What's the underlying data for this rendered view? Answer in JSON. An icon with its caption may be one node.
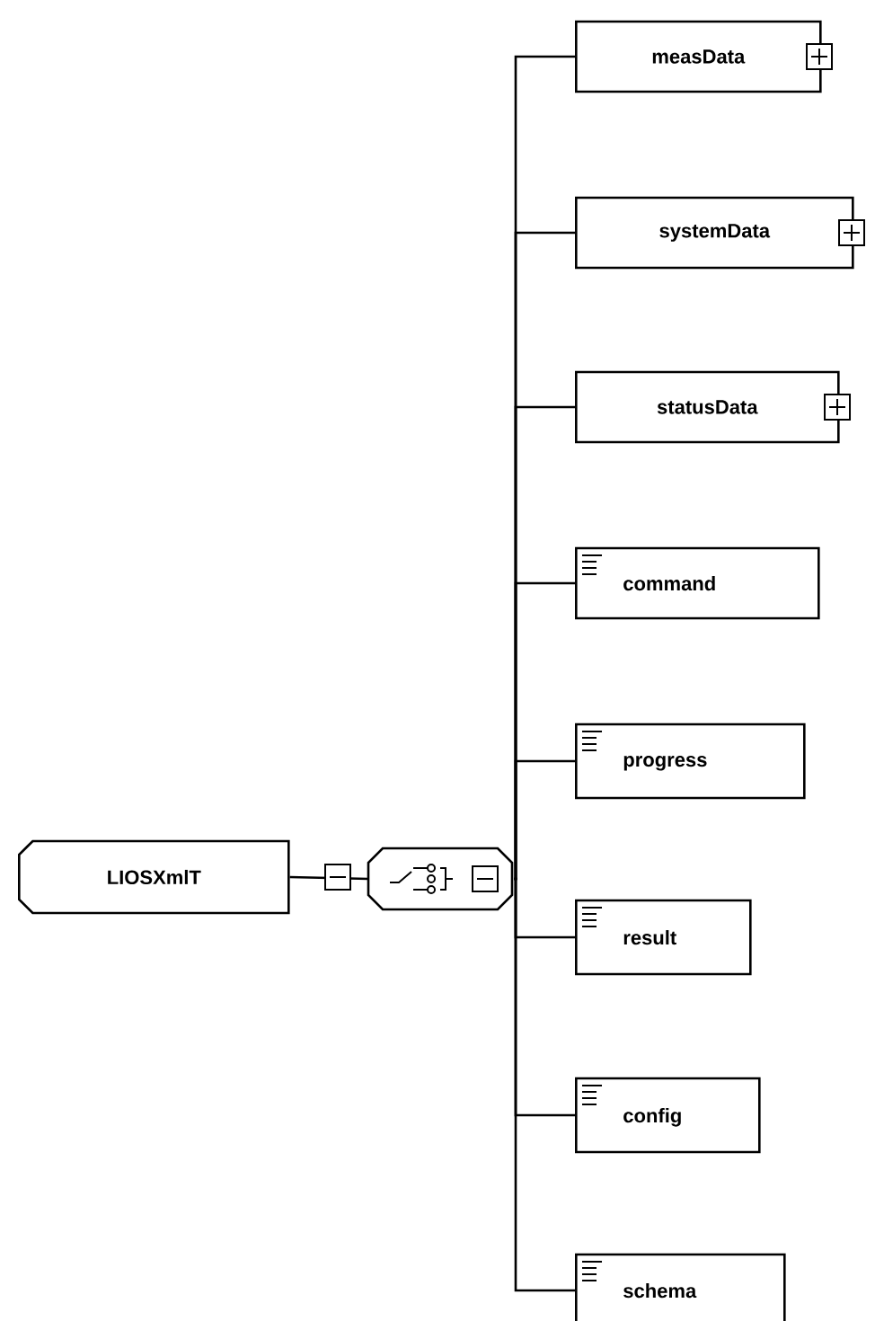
{
  "diagram": {
    "nodes": [
      {
        "text": [
          "LIOSXmlT"
        ]
      },
      {
        "text": [],
        "shape": "octagon"
      },
      {
        "text": [
          "measData"
        ]
      },
      {
        "text": [
          "systemData"
        ]
      },
      {
        "text": [
          "statusData"
        ]
      },
      {
        "text": [
          "command"
        ]
      },
      {
        "text": [
          "progress"
        ]
      },
      {
        "text": [
          "result"
        ]
      },
      {
        "text": [
          "config"
        ]
      },
      {
        "text": [
          "schema"
        ]
      }
    ],
    "edges": [
      {
        "from": 0,
        "to": 1,
        "arrow": "none"
      },
      {
        "from": 1,
        "to": 2,
        "arrow": "none"
      },
      {
        "from": 1,
        "to": 3,
        "arrow": "none"
      },
      {
        "from": 1,
        "to": 4,
        "arrow": "none"
      },
      {
        "from": 1,
        "to": 5,
        "arrow": "none"
      },
      {
        "from": 1,
        "to": 6,
        "arrow": "none"
      },
      {
        "from": 1,
        "to": 7,
        "arrow": "none"
      },
      {
        "from": 1,
        "to": 8,
        "arrow": "none"
      },
      {
        "from": 1,
        "to": 9,
        "arrow": "none"
      }
    ]
  }
}
